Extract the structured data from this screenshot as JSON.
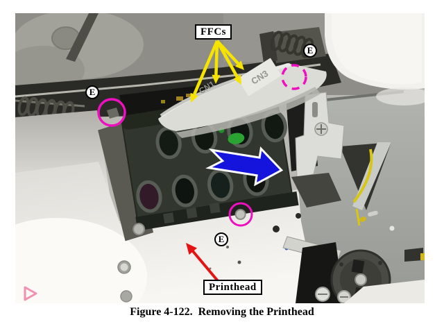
{
  "figure": {
    "caption": "Figure 4-122.  Removing the Printhead"
  },
  "annotations": {
    "ffcs_label": "FFCs",
    "printhead_label": "Printhead",
    "e_labels": [
      "E",
      "E",
      "E"
    ]
  },
  "photo_text": {
    "cn1": "CN1",
    "cn3": "CN3"
  },
  "colors": {
    "highlight_magenta": "#ee10c0",
    "callout_yellow": "#f6e400",
    "arrow_blue": "#1414dc",
    "arrow_red": "#e41414",
    "pink_mark": "#f290b4"
  }
}
